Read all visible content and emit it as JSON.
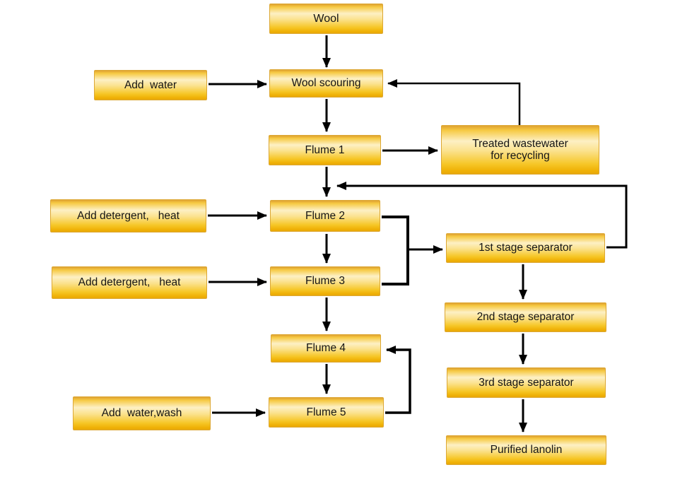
{
  "diagram": {
    "type": "flowchart",
    "background": "#ffffff",
    "box_colors": {
      "gradient_top_edge": "#dfa232",
      "gradient_gold": "#f6c941",
      "gradient_light_band": "#fdf0c4",
      "gradient_bottom": "#e8a80a",
      "border": "#dca733",
      "text": "#151515"
    },
    "arrow_color": "#000000"
  },
  "nodes": {
    "wool": {
      "label": "Wool"
    },
    "add_water": {
      "label": "Add  water"
    },
    "wool_scouring": {
      "label": "Wool scouring"
    },
    "flume1": {
      "label": "Flume 1"
    },
    "treated_wastewater": {
      "label": "Treated wastewater for recycling",
      "line1": "Treated wastewater",
      "line2": "for recycling"
    },
    "add_detergent_heat_1": {
      "label": "Add detergent,   heat"
    },
    "flume2": {
      "label": "Flume 2"
    },
    "add_detergent_heat_2": {
      "label": "Add detergent,   heat"
    },
    "flume3": {
      "label": "Flume 3"
    },
    "first_stage_separator": {
      "label": "1st stage separator"
    },
    "flume4": {
      "label": "Flume 4"
    },
    "second_stage_separator": {
      "label": "2nd stage separator"
    },
    "flume5": {
      "label": "Flume 5"
    },
    "add_water_wash": {
      "label": "Add  water,wash"
    },
    "third_stage_separator": {
      "label": "3rd stage separator"
    },
    "purified_lanolin": {
      "label": "Purified lanolin"
    }
  },
  "edges": [
    {
      "from": "Wool",
      "to": "Wool scouring"
    },
    {
      "from": "Add  water",
      "to": "Wool scouring"
    },
    {
      "from": "Wool scouring",
      "to": "Flume 1"
    },
    {
      "from": "Flume 1",
      "to": "Treated wastewater for recycling"
    },
    {
      "from": "Treated wastewater for recycling",
      "to": "Wool scouring"
    },
    {
      "from": "Flume 1",
      "to": "Flume 2"
    },
    {
      "from": "1st stage separator",
      "to": "Flume 2"
    },
    {
      "from": "Add detergent,   heat",
      "to": "Flume 2"
    },
    {
      "from": "Flume 2",
      "to": "Flume 3"
    },
    {
      "from": "Add detergent,   heat",
      "to": "Flume 3"
    },
    {
      "from": "Flume 2 / Flume 3",
      "to": "1st stage separator"
    },
    {
      "from": "Flume 3",
      "to": "Flume 4"
    },
    {
      "from": "Flume 4",
      "to": "Flume 5"
    },
    {
      "from": "Add  water,wash",
      "to": "Flume 5"
    },
    {
      "from": "Flume 5",
      "to": "Flume 4"
    },
    {
      "from": "1st stage separator",
      "to": "2nd stage separator"
    },
    {
      "from": "2nd stage separator",
      "to": "3rd stage separator"
    },
    {
      "from": "3rd stage separator",
      "to": "Purified lanolin"
    }
  ]
}
